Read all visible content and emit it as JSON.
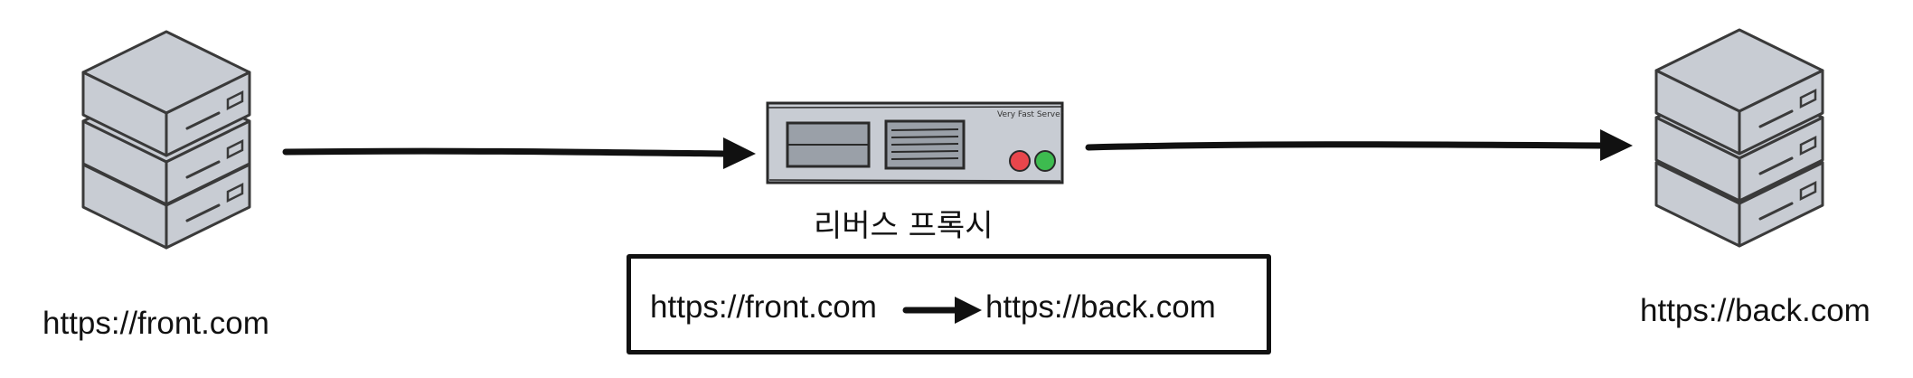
{
  "nodes": {
    "front": {
      "label": "https://front.com",
      "icon": "server-stack-icon"
    },
    "proxy": {
      "label": "리버스 프록시",
      "device_text": "Very Fast Server",
      "icon": "rack-server-icon"
    },
    "back": {
      "label": "https://back.com",
      "icon": "server-stack-icon"
    }
  },
  "mapping": {
    "from": "https://front.com",
    "to": "https://back.com"
  },
  "colors": {
    "stroke": "#3a3a3a",
    "server_fill": "#c8ccd3",
    "led_red": "#e8464c",
    "led_green": "#3dbb4f"
  }
}
